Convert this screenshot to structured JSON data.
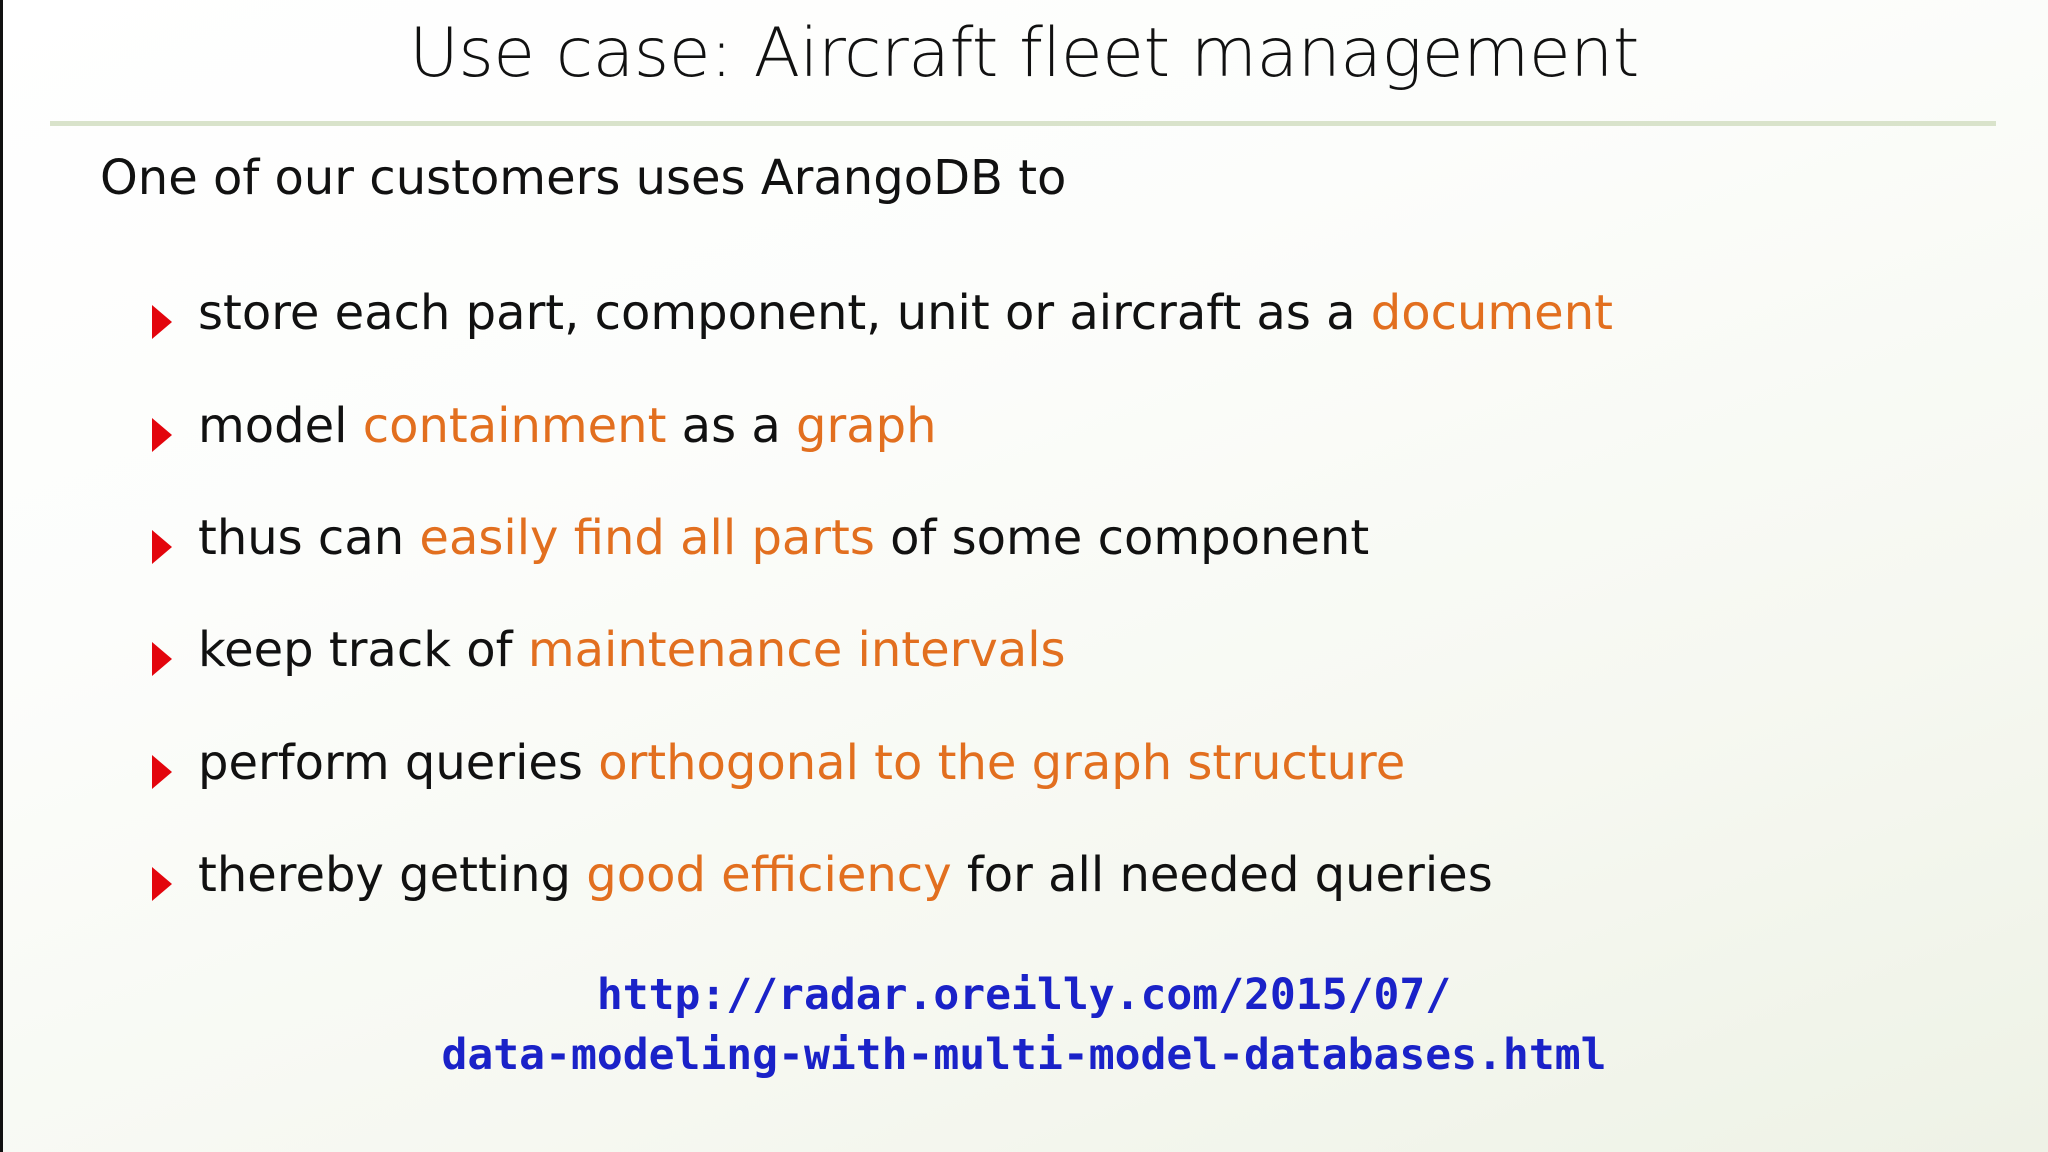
{
  "slide": {
    "title": "Use case: Aircraft fleet management",
    "intro": "One of our customers uses ArangoDB to"
  },
  "bullets": [
    {
      "parts": [
        "store each part, component, unit or aircraft as a ",
        "document"
      ]
    },
    {
      "parts": [
        "model ",
        "containment",
        " as a ",
        "graph"
      ]
    },
    {
      "parts": [
        "thus can ",
        "easily find all parts",
        " of some component"
      ]
    },
    {
      "parts": [
        "keep track of ",
        "maintenance intervals"
      ]
    },
    {
      "parts": [
        "perform queries ",
        "orthogonal to the graph structure"
      ]
    },
    {
      "parts": [
        "thereby getting ",
        "good efficiency",
        " for all needed queries"
      ]
    }
  ],
  "reference": {
    "line1": "http://radar.oreilly.com/2015/07/",
    "line2": "data-modeling-with-multi-model-databases.html"
  },
  "colors": {
    "highlight": "#e26f1f",
    "bullet_marker": "#e3050d",
    "link": "#1a22c8",
    "rule": "#d9e3cb"
  }
}
